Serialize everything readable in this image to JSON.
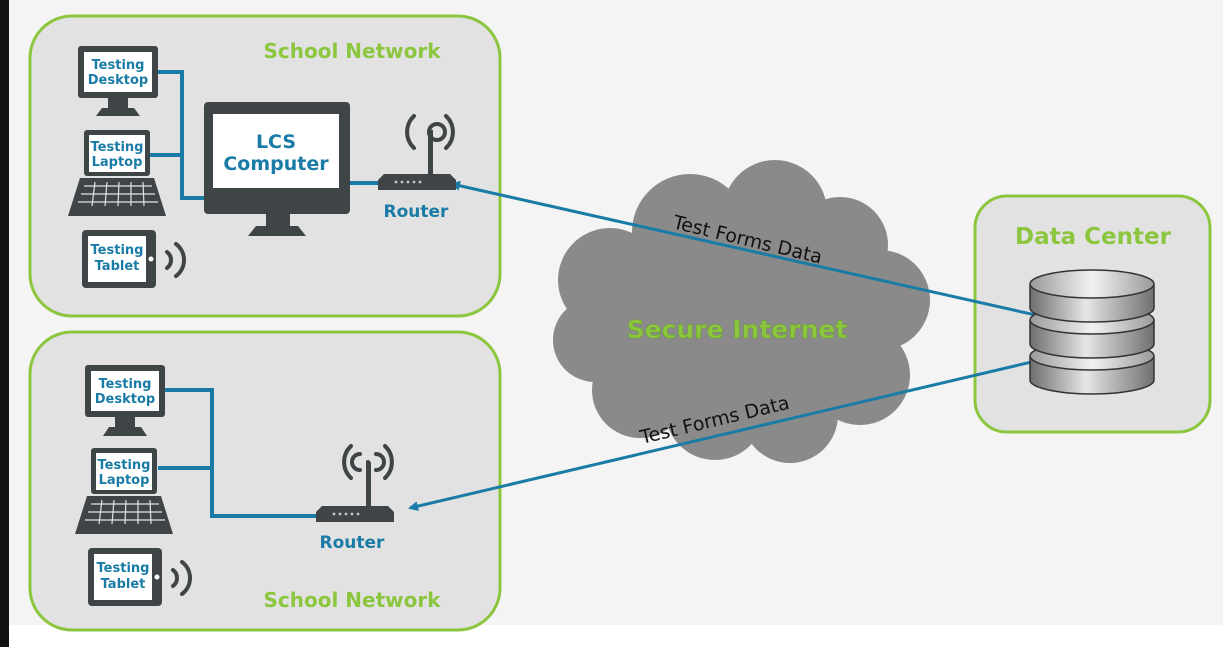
{
  "network_top": {
    "title": "School Network",
    "lcs_line1": "LCS",
    "lcs_line2": "Computer",
    "router": "Router",
    "desktop": [
      "Testing",
      "Desktop"
    ],
    "laptop": [
      "Testing",
      "Laptop"
    ],
    "tablet": [
      "Testing",
      "Tablet"
    ]
  },
  "network_bottom": {
    "title": "School Network",
    "router": "Router",
    "desktop": [
      "Testing",
      "Desktop"
    ],
    "laptop": [
      "Testing",
      "Laptop"
    ],
    "tablet": [
      "Testing",
      "Tablet"
    ]
  },
  "cloud": {
    "label": "Secure Internet"
  },
  "data_center": {
    "title": "Data Center"
  },
  "links": {
    "top_label": "Test Forms Data",
    "bottom_label": "Test Forms Data"
  },
  "colors": {
    "green": "#8cc63f",
    "blue": "#1a7ca6",
    "device": "#3f4446",
    "panel": "#e2e2e2",
    "cloud": "#8a8a8a"
  },
  "icons": [
    "desktop-icon",
    "laptop-icon",
    "tablet-icon",
    "router-icon",
    "wifi-signal-icon",
    "cloud-icon",
    "database-icon"
  ]
}
